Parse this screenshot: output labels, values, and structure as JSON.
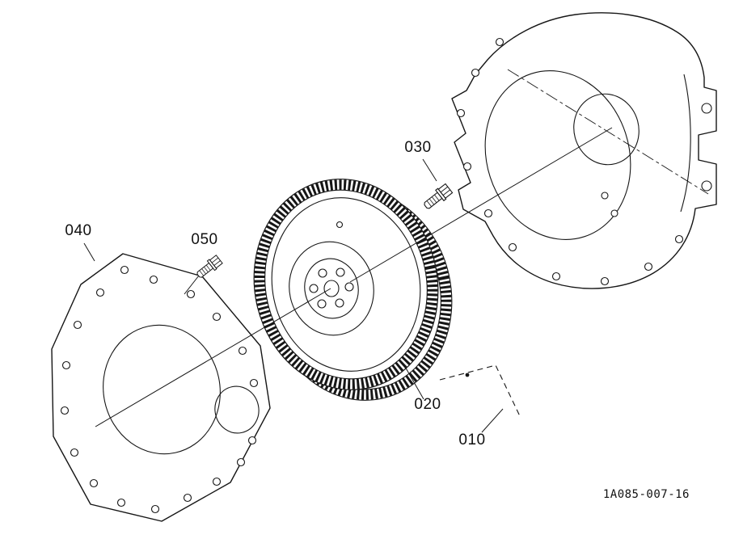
{
  "diagram": {
    "type": "exploded-parts-diagram",
    "subject": "flywheel-and-housing-assembly",
    "callouts": {
      "c010": "010",
      "c020": "020",
      "c030": "030",
      "c040": "040",
      "c050": "050"
    },
    "figure_code": "1A085-007-16"
  }
}
